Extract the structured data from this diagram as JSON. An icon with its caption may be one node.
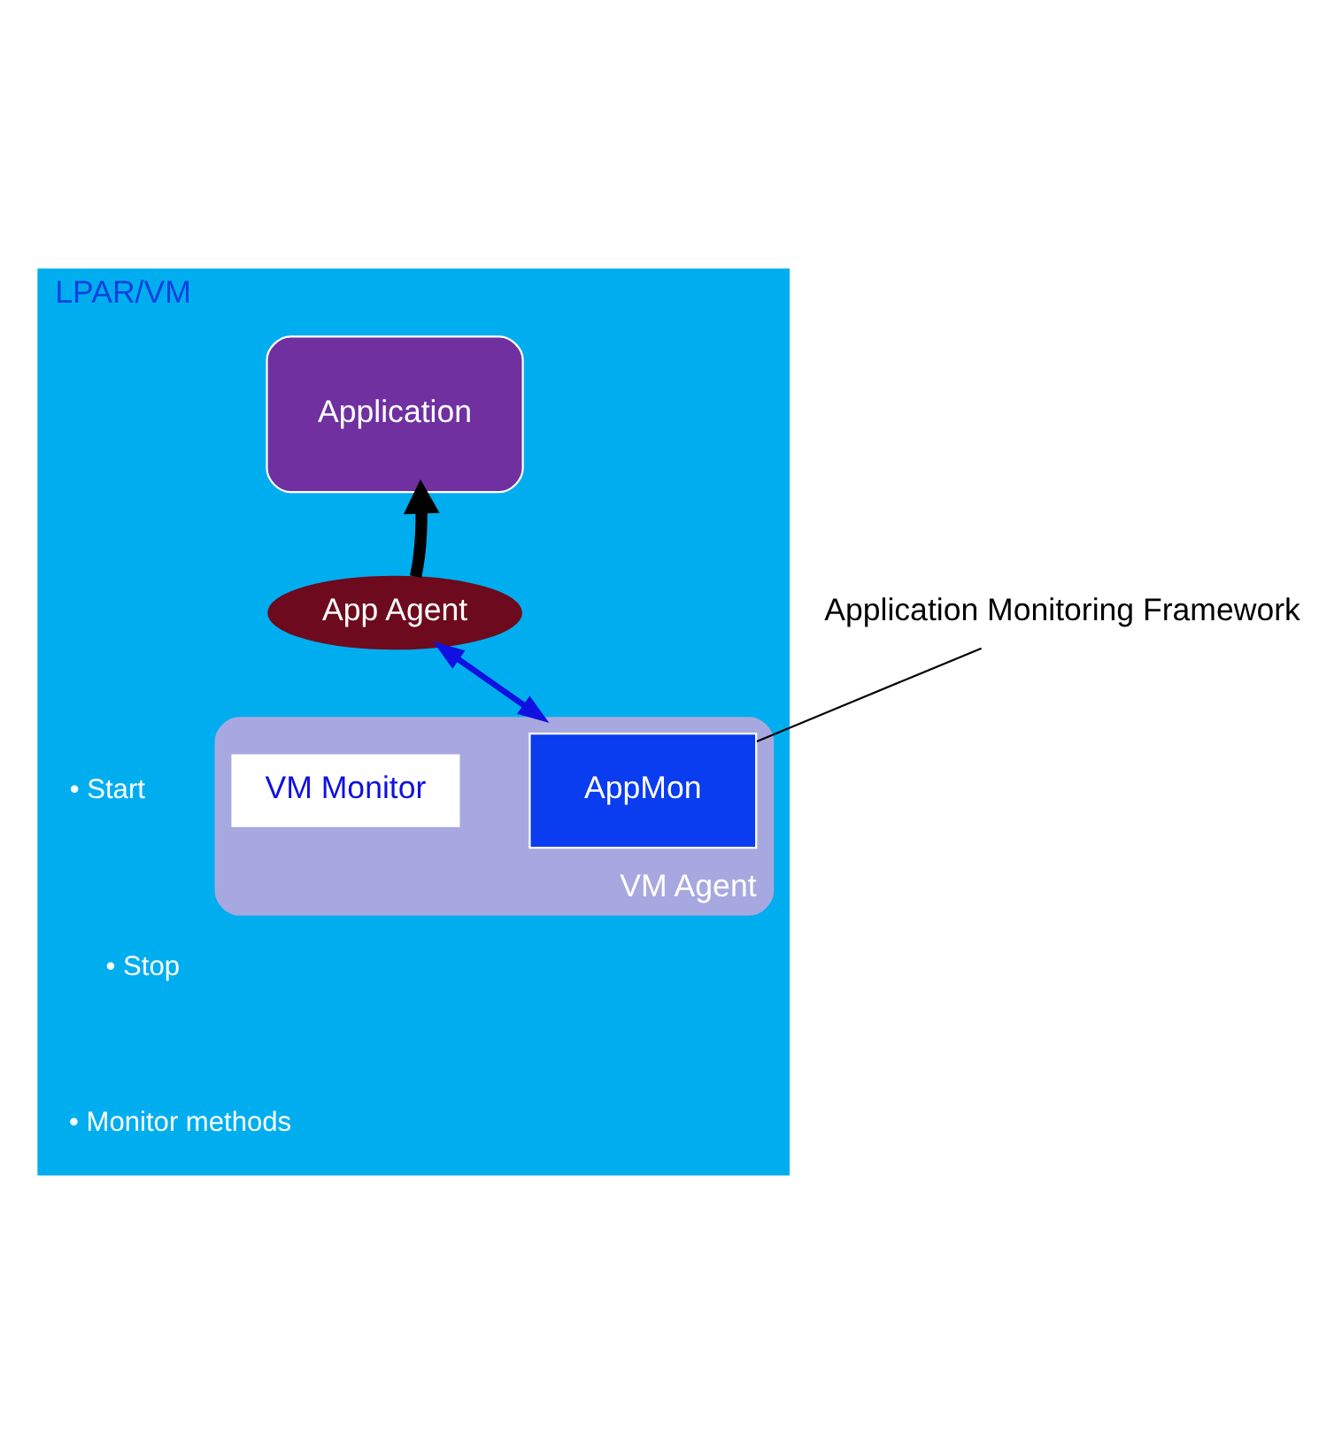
{
  "diagram": {
    "nodes": [
      {
        "text": [
          "LPAR/VM"
        ]
      },
      {
        "text": [
          "Application"
        ],
        "in": 0
      },
      {
        "text": [
          "App Agent"
        ],
        "in": 0
      },
      {
        "text": [
          "VM Agent"
        ],
        "in": 0
      },
      {
        "text": [
          "AppMon"
        ],
        "in": 3
      },
      {
        "text": [
          "VM Monitor"
        ],
        "in": 3
      },
      {
        "text": [
          "Application Monitoring Framework"
        ]
      }
    ],
    "edges": [
      {
        "from": 2,
        "to": 1,
        "arrow": "to",
        "style": "thick"
      },
      {
        "from": 2,
        "to": 3,
        "arrow": "both",
        "color": "#1010e0"
      },
      {
        "from": 6,
        "to": 4,
        "arrow": "none"
      }
    ],
    "labels": [
      "• Start",
      "• Stop",
      "• Monitor methods"
    ]
  }
}
